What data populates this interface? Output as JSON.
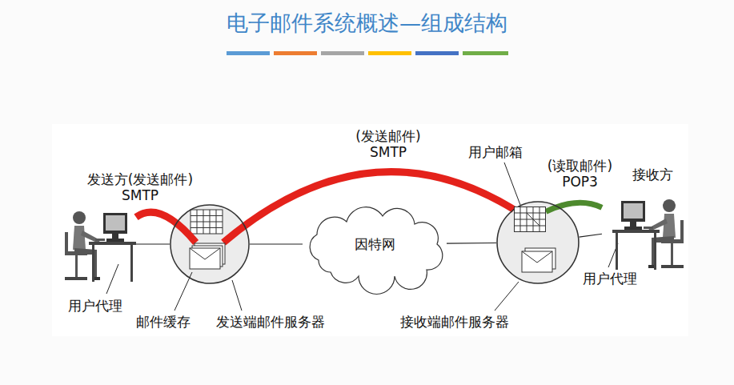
{
  "diagram": {
    "title": "电子邮件系统概述—组成结构",
    "nodes": [
      {
        "text": [
          "用户代理"
        ]
      },
      {
        "text": [
          "发送端邮件服务器"
        ]
      },
      {
        "text": [
          "邮件缓存"
        ],
        "in": 1
      },
      {
        "text": [
          "因特网"
        ]
      },
      {
        "text": [
          "接收端邮件服务器"
        ]
      },
      {
        "text": [
          "用户邮箱"
        ],
        "in": 4
      },
      {
        "text": [
          "接收方",
          "用户代理"
        ]
      }
    ],
    "edges": [
      {
        "from": 0,
        "to": 1,
        "arrow": "none"
      },
      {
        "from": 0,
        "to": 2,
        "label": "发送方(发送邮件) SMTP",
        "arrow": "none"
      },
      {
        "from": 1,
        "to": 3,
        "arrow": "none"
      },
      {
        "from": 3,
        "to": 4,
        "arrow": "none"
      },
      {
        "from": 2,
        "to": 5,
        "label": "(发送邮件) SMTP",
        "arrow": "none"
      },
      {
        "from": 5,
        "to": 6,
        "label": "(读取邮件) POP3",
        "arrow": "none"
      },
      {
        "from": 4,
        "to": 6,
        "arrow": "none"
      }
    ]
  }
}
